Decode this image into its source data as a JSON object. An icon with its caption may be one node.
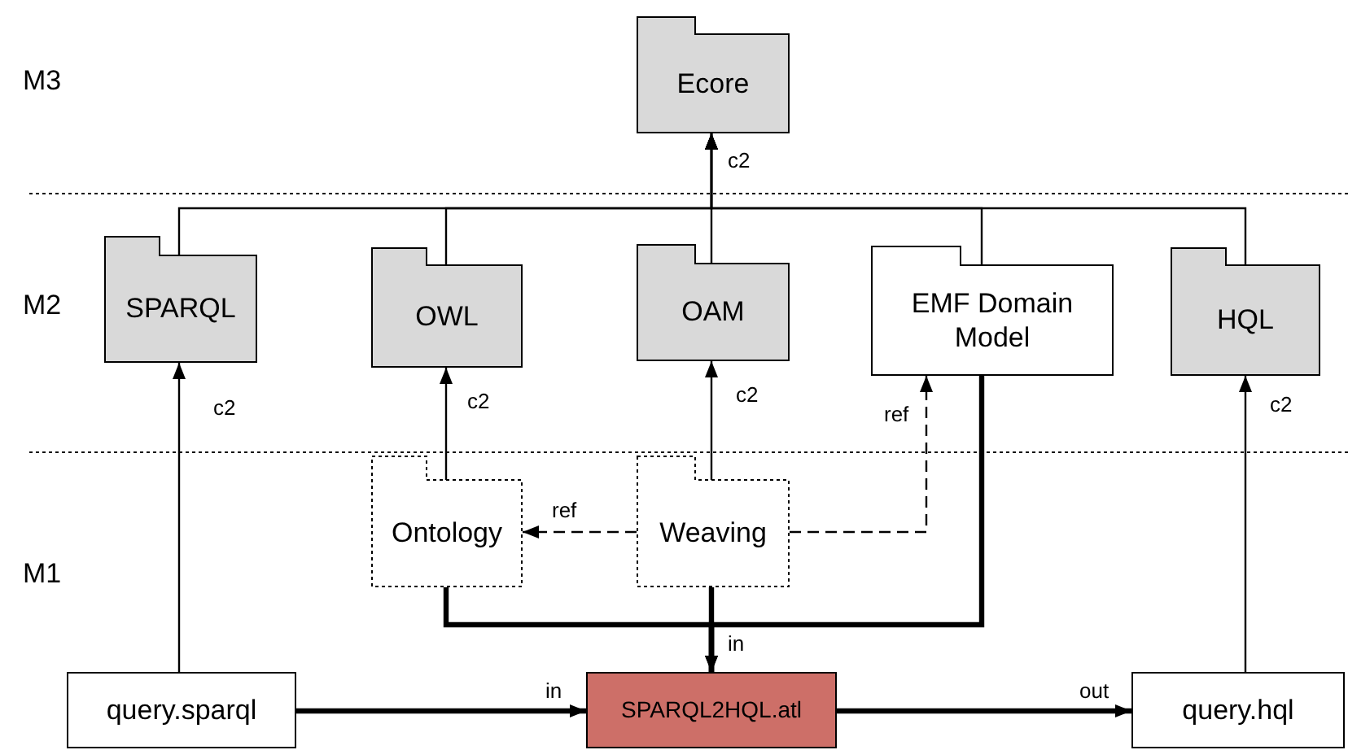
{
  "diagram": {
    "nodes": [
      {
        "text": [
          "Ecore"
        ]
      },
      {
        "text": [
          "SPARQL"
        ]
      },
      {
        "text": [
          "OWL"
        ]
      },
      {
        "text": [
          "OAM"
        ]
      },
      {
        "text": [
          "EMF Domain Model"
        ]
      },
      {
        "text": [
          "HQL"
        ]
      },
      {
        "text": [
          "Ontology"
        ]
      },
      {
        "text": [
          "Weaving"
        ]
      },
      {
        "text": [
          "query.sparql"
        ]
      },
      {
        "text": [
          "SPARQL2HQL.atl"
        ]
      },
      {
        "text": [
          "query.hql"
        ]
      }
    ],
    "edges": [
      {
        "from": 1,
        "to": 0,
        "arrow": "to"
      },
      {
        "from": 2,
        "to": 0,
        "arrow": "to"
      },
      {
        "from": 3,
        "to": 0,
        "arrow": "to",
        "label": "c2"
      },
      {
        "from": 4,
        "to": 0,
        "arrow": "to"
      },
      {
        "from": 5,
        "to": 0,
        "arrow": "to"
      },
      {
        "from": 8,
        "to": 1,
        "arrow": "to",
        "label": "c2"
      },
      {
        "from": 6,
        "to": 2,
        "arrow": "to",
        "label": "c2"
      },
      {
        "from": 7,
        "to": 3,
        "arrow": "to",
        "label": "c2"
      },
      {
        "from": 7,
        "to": 4,
        "arrow": "to",
        "label": "ref",
        "style": "dashed"
      },
      {
        "from": 7,
        "to": 6,
        "arrow": "to",
        "label": "ref",
        "style": "dashed"
      },
      {
        "from": 10,
        "to": 5,
        "arrow": "to",
        "label": "c2"
      },
      {
        "from": 6,
        "to": 9,
        "arrow": "to",
        "style": "thick"
      },
      {
        "from": 7,
        "to": 9,
        "arrow": "to",
        "label": "in",
        "style": "thick"
      },
      {
        "from": 4,
        "to": 9,
        "arrow": "to",
        "style": "thick"
      },
      {
        "from": 8,
        "to": 9,
        "arrow": "to",
        "label": "in",
        "style": "thick"
      },
      {
        "from": 9,
        "to": 10,
        "arrow": "to",
        "label": "out",
        "style": "thick"
      }
    ],
    "labels": [
      "M3",
      "M2",
      "M1"
    ]
  }
}
